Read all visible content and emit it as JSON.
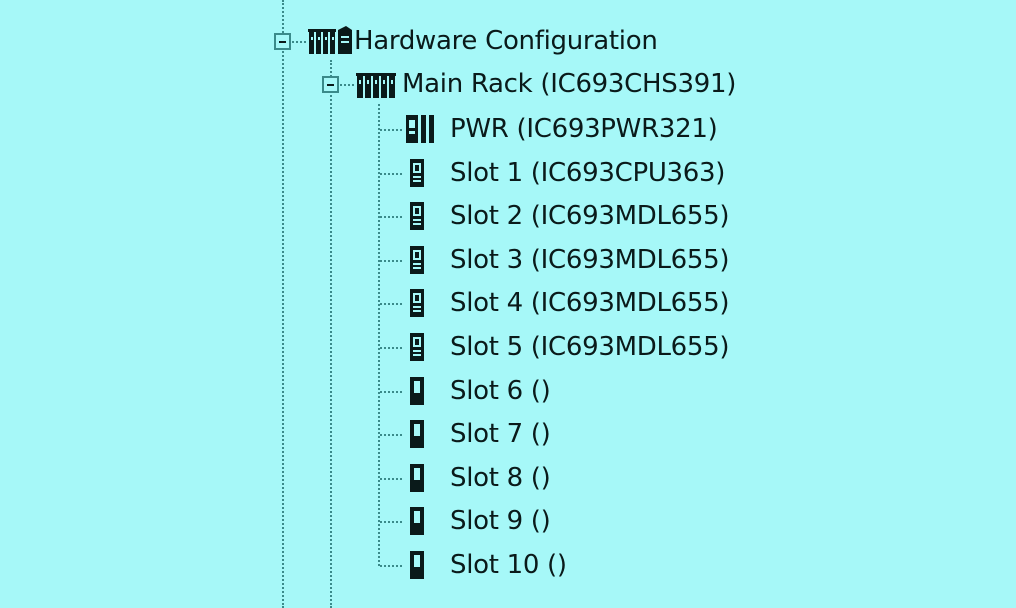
{
  "tree": {
    "root": {
      "label": "Hardware Configuration",
      "icon": "hardware-configuration-icon",
      "expanded": true
    },
    "rack": {
      "label": "Main Rack (IC693CHS391)",
      "icon": "rack-icon",
      "expanded": true
    },
    "items": [
      {
        "label": "PWR (IC693PWR321)",
        "icon": "power-supply-icon"
      },
      {
        "label": "Slot 1 (IC693CPU363)",
        "icon": "module-configured-icon"
      },
      {
        "label": "Slot 2 (IC693MDL655)",
        "icon": "module-configured-icon"
      },
      {
        "label": "Slot 3 (IC693MDL655)",
        "icon": "module-configured-icon"
      },
      {
        "label": "Slot 4 (IC693MDL655)",
        "icon": "module-configured-icon"
      },
      {
        "label": "Slot 5 (IC693MDL655)",
        "icon": "module-configured-icon"
      },
      {
        "label": "Slot 6 ()",
        "icon": "module-empty-icon"
      },
      {
        "label": "Slot 7 ()",
        "icon": "module-empty-icon"
      },
      {
        "label": "Slot 8 ()",
        "icon": "module-empty-icon"
      },
      {
        "label": "Slot 9 ()",
        "icon": "module-empty-icon"
      },
      {
        "label": "Slot 10 ()",
        "icon": "module-empty-icon"
      }
    ]
  },
  "colors": {
    "background": "#a6f8f8",
    "text": "#0a1a1a",
    "connector": "#3a8a8a"
  }
}
